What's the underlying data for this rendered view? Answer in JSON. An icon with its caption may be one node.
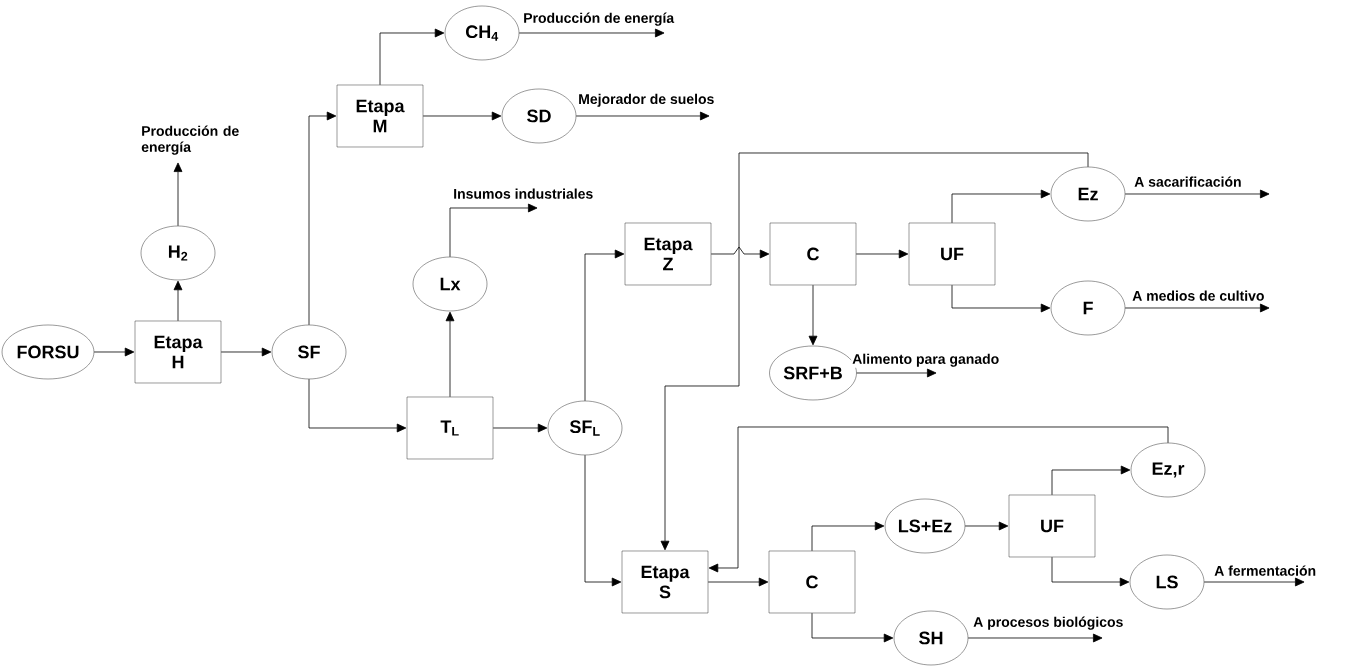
{
  "diagram": {
    "nodes": [
      {
        "text": [
          "FORSU"
        ]
      },
      {
        "text": [
          "Etapa H"
        ]
      },
      {
        "text": [
          "H$_{2}$"
        ]
      },
      {
        "text": [
          "SF"
        ]
      },
      {
        "text": [
          "Etapa M"
        ]
      },
      {
        "text": [
          "CH$_{4}$"
        ]
      },
      {
        "text": [
          "SD"
        ]
      },
      {
        "text": [
          "Lx"
        ]
      },
      {
        "text": [
          "T$_{L}$"
        ]
      },
      {
        "text": [
          "SF$_{L}$"
        ]
      },
      {
        "text": [
          "Etapa Z"
        ]
      },
      {
        "text": [
          "C"
        ]
      },
      {
        "text": [
          "UF"
        ]
      },
      {
        "text": [
          "Ez"
        ]
      },
      {
        "text": [
          "F"
        ]
      },
      {
        "text": [
          "SRF+B"
        ]
      },
      {
        "text": [
          "Etapa S"
        ]
      },
      {
        "text": [
          "C"
        ]
      },
      {
        "text": [
          "LS+Ez"
        ]
      },
      {
        "text": [
          "UF"
        ]
      },
      {
        "text": [
          "Ez,r"
        ]
      },
      {
        "text": [
          "LS"
        ]
      },
      {
        "text": [
          "SH"
        ]
      }
    ],
    "edges": [
      {
        "from": 0,
        "to": 1,
        "arrow": "to"
      },
      {
        "from": 1,
        "to": 2,
        "arrow": "to"
      },
      {
        "from": 2,
        "to": null,
        "arrow": "to",
        "label": "Producción de energía"
      },
      {
        "from": 1,
        "to": 3,
        "arrow": "to"
      },
      {
        "from": 3,
        "to": 4,
        "arrow": "to"
      },
      {
        "from": 3,
        "to": 8,
        "arrow": "to"
      },
      {
        "from": 4,
        "to": 5,
        "arrow": "to"
      },
      {
        "from": 4,
        "to": 6,
        "arrow": "to"
      },
      {
        "from": 5,
        "to": null,
        "arrow": "to",
        "label": "Producción de energía"
      },
      {
        "from": 6,
        "to": null,
        "arrow": "to",
        "label": "Mejorador de suelos"
      },
      {
        "from": 8,
        "to": 7,
        "arrow": "to"
      },
      {
        "from": 7,
        "to": null,
        "arrow": "to",
        "label": "Insumos industriales"
      },
      {
        "from": 8,
        "to": 9,
        "arrow": "to"
      },
      {
        "from": 9,
        "to": 10,
        "arrow": "to"
      },
      {
        "from": 9,
        "to": 16,
        "arrow": "to"
      },
      {
        "from": 10,
        "to": 11,
        "arrow": "to"
      },
      {
        "from": 11,
        "to": 12,
        "arrow": "to"
      },
      {
        "from": 11,
        "to": 15,
        "arrow": "to"
      },
      {
        "from": 12,
        "to": 13,
        "arrow": "to"
      },
      {
        "from": 12,
        "to": 14,
        "arrow": "to"
      },
      {
        "from": 13,
        "to": null,
        "arrow": "to",
        "label": "A sacarificación"
      },
      {
        "from": 14,
        "to": null,
        "arrow": "to",
        "label": "A medios de cultivo"
      },
      {
        "from": 15,
        "to": null,
        "arrow": "to",
        "label": "Alimento para ganado"
      },
      {
        "from": 13,
        "to": 16,
        "arrow": "to"
      },
      {
        "from": 20,
        "to": 16,
        "arrow": "to"
      },
      {
        "from": 16,
        "to": 17,
        "arrow": "to"
      },
      {
        "from": 17,
        "to": 18,
        "arrow": "to"
      },
      {
        "from": 17,
        "to": 22,
        "arrow": "to"
      },
      {
        "from": 18,
        "to": 19,
        "arrow": "to"
      },
      {
        "from": 19,
        "to": 20,
        "arrow": "to"
      },
      {
        "from": 19,
        "to": 21,
        "arrow": "to"
      },
      {
        "from": 21,
        "to": null,
        "arrow": "to",
        "label": "A fermentación"
      },
      {
        "from": 22,
        "to": null,
        "arrow": "to",
        "label": "A procesos biológicos"
      }
    ]
  }
}
